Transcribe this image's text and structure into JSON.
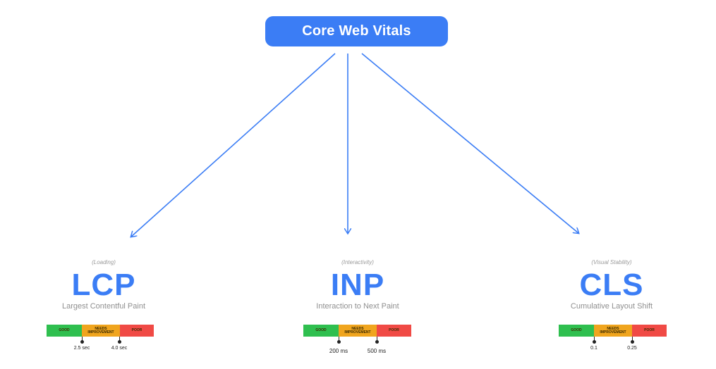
{
  "root": {
    "label": "Core Web Vitals"
  },
  "colors": {
    "accent": "#3b7df5",
    "good": "#2fbf4f",
    "needs": "#f0a51e",
    "poor": "#f04a45"
  },
  "metrics": [
    {
      "category": "(Loading)",
      "abbr": "LCP",
      "name": "Largest Contentful Paint",
      "segments": {
        "good": "GOOD",
        "needs": "NEEDS IMPROVEMENT",
        "poor": "POOR"
      },
      "thresholds": [
        "2.5 sec",
        "4.0 sec"
      ]
    },
    {
      "category": "(Interactivity)",
      "abbr": "INP",
      "name": "Interaction to Next Paint",
      "segments": {
        "good": "GOOD",
        "needs": "NEEDS IMPROVEMENT",
        "poor": "POOR"
      },
      "thresholds": [
        "200 ms",
        "500 ms"
      ]
    },
    {
      "category": "(Visual Stability)",
      "abbr": "CLS",
      "name": "Cumulative Layout Shift",
      "segments": {
        "good": "GOOD",
        "needs": "NEEDS IMPROVEMENT",
        "poor": "POOR"
      },
      "thresholds": [
        "0.1",
        "0.25"
      ]
    }
  ]
}
